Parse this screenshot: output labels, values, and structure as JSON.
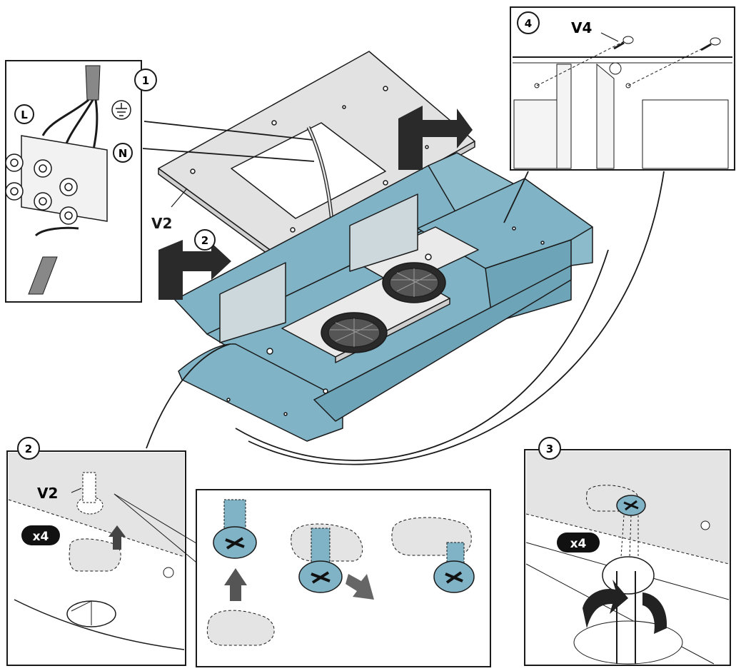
{
  "labels": {
    "step1": "1",
    "step2_main": "2",
    "step2_detail": "2",
    "step3": "3",
    "step4": "4",
    "live": "L",
    "neutral": "N",
    "v2_main": "V2",
    "v2_detail": "V2",
    "v4": "V4",
    "qty_step2": "x4",
    "qty_step3": "x4"
  },
  "colors": {
    "accent": "#7fb3c5",
    "line": "#1a1a1a",
    "panel_grey": "#e4e4e4",
    "badge": "#111111"
  }
}
